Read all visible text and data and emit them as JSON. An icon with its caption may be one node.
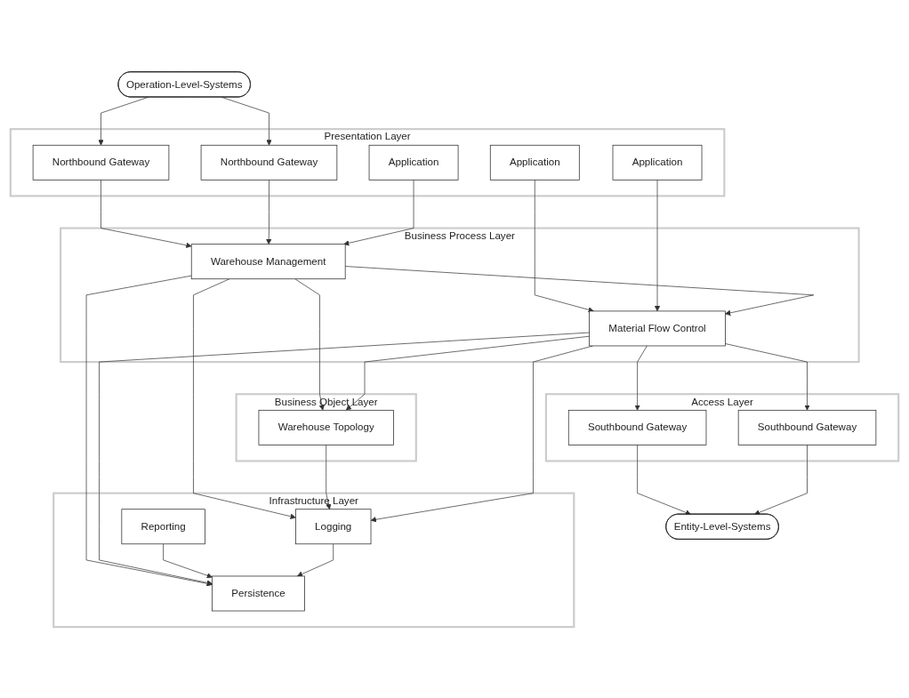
{
  "diagram": {
    "nodes": [
      {
        "text": [
          "Operation-Level-Systems"
        ]
      },
      {
        "text": [
          "Presentation Layer"
        ]
      },
      {
        "text": [
          "Northbound Gateway"
        ],
        "in": 1
      },
      {
        "text": [
          "Northbound Gateway"
        ],
        "in": 1
      },
      {
        "text": [
          "Application"
        ],
        "in": 1
      },
      {
        "text": [
          "Application"
        ],
        "in": 1
      },
      {
        "text": [
          "Application"
        ],
        "in": 1
      },
      {
        "text": [
          "Business Process Layer"
        ]
      },
      {
        "text": [
          "Warehouse Management"
        ],
        "in": 7
      },
      {
        "text": [
          "Material Flow Control"
        ],
        "in": 7
      },
      {
        "text": [
          "Business Object Layer"
        ]
      },
      {
        "text": [
          "Warehouse Topology"
        ],
        "in": 10
      },
      {
        "text": [
          "Infrastructure Layer"
        ]
      },
      {
        "text": [
          "Reporting"
        ],
        "in": 12
      },
      {
        "text": [
          "Persistence"
        ],
        "in": 12
      },
      {
        "text": [
          "Logging"
        ],
        "in": 12
      },
      {
        "text": [
          "Access Layer"
        ]
      },
      {
        "text": [
          "Southbound Gateway"
        ],
        "in": 16
      },
      {
        "text": [
          "Southbound Gateway"
        ],
        "in": 16
      },
      {
        "text": [
          "Entity-Level-Systems"
        ]
      }
    ],
    "edges": [
      {
        "from": 0,
        "to": 2,
        "arrow": "to"
      },
      {
        "from": 0,
        "to": 3,
        "arrow": "to"
      },
      {
        "from": 2,
        "to": 8,
        "arrow": "to"
      },
      {
        "from": 3,
        "to": 8,
        "arrow": "to"
      },
      {
        "from": 4,
        "to": 8,
        "arrow": "to"
      },
      {
        "from": 5,
        "to": 9,
        "arrow": "to"
      },
      {
        "from": 6,
        "to": 9,
        "arrow": "to"
      },
      {
        "from": 8,
        "to": 9,
        "arrow": "to"
      },
      {
        "from": 8,
        "to": 11,
        "arrow": "to"
      },
      {
        "from": 9,
        "to": 11,
        "arrow": "to"
      },
      {
        "from": 8,
        "to": 14,
        "arrow": "to"
      },
      {
        "from": 8,
        "to": 15,
        "arrow": "to"
      },
      {
        "from": 11,
        "to": 15,
        "arrow": "to"
      },
      {
        "from": 9,
        "to": 14,
        "arrow": "to"
      },
      {
        "from": 9,
        "to": 15,
        "arrow": "to"
      },
      {
        "from": 9,
        "to": 17,
        "arrow": "to"
      },
      {
        "from": 9,
        "to": 18,
        "arrow": "to"
      },
      {
        "from": 13,
        "to": 14,
        "arrow": "to"
      },
      {
        "from": 15,
        "to": 14,
        "arrow": "to"
      },
      {
        "from": 17,
        "to": 19,
        "arrow": "to"
      },
      {
        "from": 18,
        "to": 19,
        "arrow": "to"
      }
    ]
  }
}
